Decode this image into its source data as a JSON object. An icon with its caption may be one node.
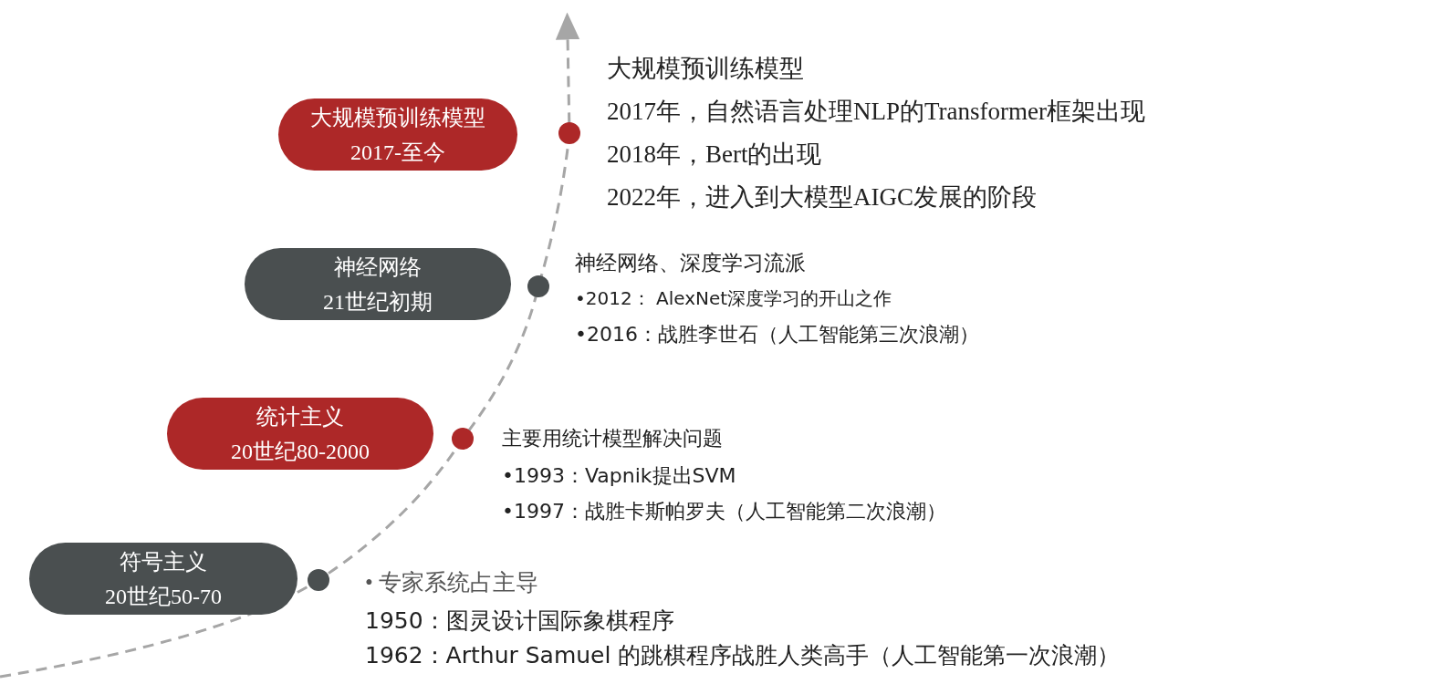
{
  "diagram": {
    "nodes": [
      {
        "text": [
          "大规模预训练模型",
          "2017-至今"
        ]
      },
      {
        "text": [
          "神经网络",
          "21世纪初期"
        ]
      },
      {
        "text": [
          "统计主义",
          "20世纪80-2000"
        ]
      },
      {
        "text": [
          "符号主义",
          "20世纪50-70"
        ]
      }
    ],
    "edges": [],
    "labels": [
      "大规模预训练模型",
      "2017年，自然语言处理NLP的Transformer框架出现",
      "2018年，Bert的出现",
      "2022年，进入到大模型AIGC发展的阶段",
      "神经网络、深度学习流派",
      "•2012： AlexNet深度学习的开山之作",
      "•2016：战胜李世石（人工智能第三次浪潮）",
      "主要用统计模型解决问题",
      "•1993：Vapnik提出SVM",
      "•1997：战胜卡斯帕罗夫（人工智能第二次浪潮）",
      "• 专家系统占主导",
      "1950：图灵设计国际象棋程序",
      "1962：Arthur Samuel 的跳棋程序战胜人类高手（人工智能第一次浪潮）"
    ]
  }
}
